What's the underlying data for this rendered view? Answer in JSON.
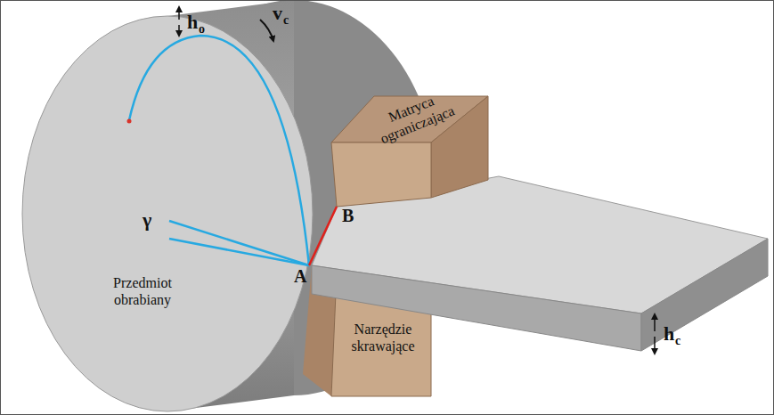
{
  "diagram": {
    "nodes": [
      {
        "text": [
          "Przedmiot obrabiany"
        ]
      },
      {
        "text": [
          "Matryca ograniczająca"
        ]
      },
      {
        "text": [
          "Narzędzie skrawające"
        ]
      }
    ],
    "labels": [
      "v",
      "c",
      "h",
      "o",
      "γ",
      "A",
      "B",
      "h",
      "c"
    ]
  }
}
